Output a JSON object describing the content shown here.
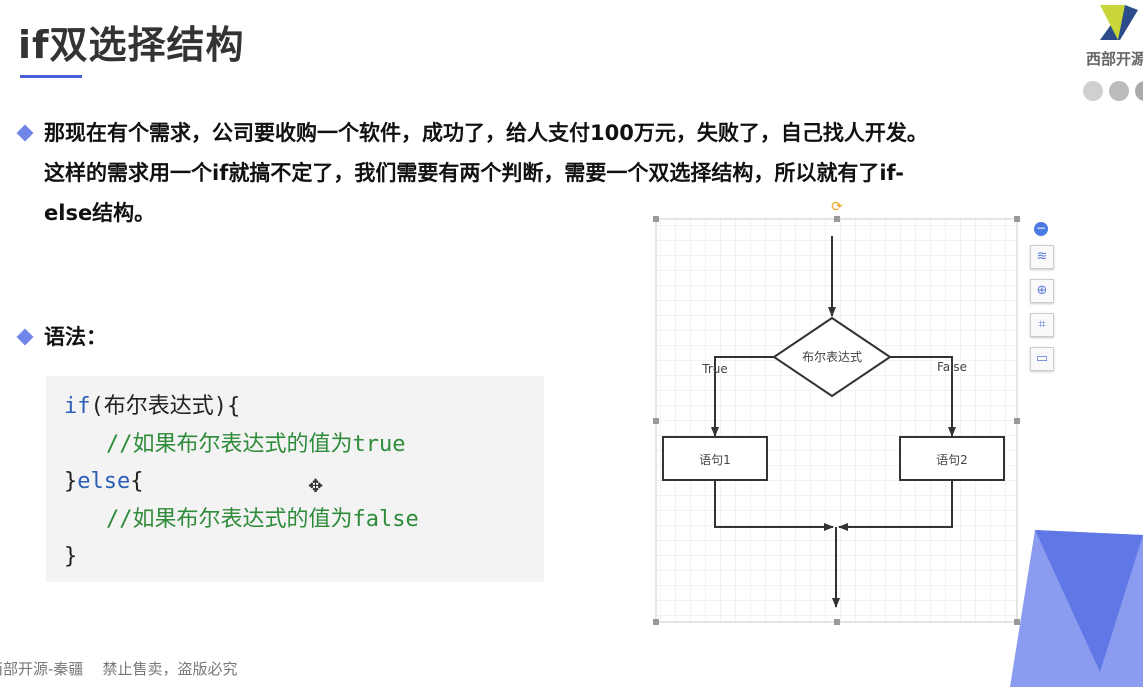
{
  "title": "if双选择结构",
  "bullets": [
    {
      "lines": [
        "那现在有个需求，公司要收购一个软件，成功了，给人支付100万元，失败了，自己找人开发。",
        "这样的需求用一个if就搞不定了，我们需要有两个判断，需要一个双选择结构，所以就有了if-",
        "else结构。"
      ]
    },
    {
      "lines": [
        "语法："
      ]
    }
  ],
  "code": {
    "line1_kw": "if",
    "line1_rest": "(布尔表达式){",
    "line2": "//如果布尔表达式的值为true",
    "line3_brace": "}",
    "line3_kw": "else",
    "line3_rest": "{",
    "line4": "//如果布尔表达式的值为false",
    "line5": "}"
  },
  "flowchart": {
    "condition": "布尔表达式",
    "true_label": "True",
    "false_label": "False",
    "stmt1": "语句1",
    "stmt2": "语句2"
  },
  "toolbar_icons": [
    "collapse-icon",
    "layers-icon",
    "zoom-in-icon",
    "crop-icon",
    "frame-icon"
  ],
  "logo_text": "西部开源",
  "footer": "西部开源-秦疆    禁止售卖，盗版必究",
  "colors": {
    "accent": "#4a5fd8",
    "bullet": "#6f86e8",
    "code_keyword": "#2b5db5",
    "code_comment": "#2e8b3a"
  }
}
